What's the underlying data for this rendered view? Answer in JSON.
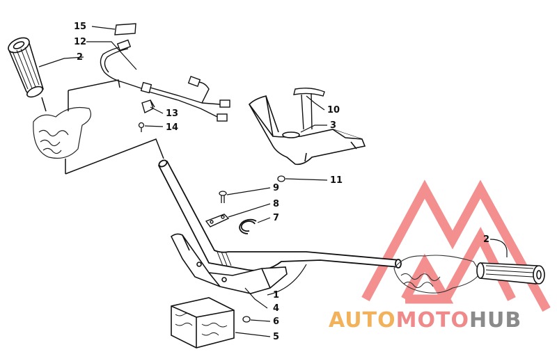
{
  "callouts": [
    {
      "id": "15",
      "text": "15"
    },
    {
      "id": "12",
      "text": "12"
    },
    {
      "id": "2a",
      "text": "2"
    },
    {
      "id": "13",
      "text": "13"
    },
    {
      "id": "14",
      "text": "14"
    },
    {
      "id": "10",
      "text": "10"
    },
    {
      "id": "3",
      "text": "3"
    },
    {
      "id": "11",
      "text": "11"
    },
    {
      "id": "9",
      "text": "9"
    },
    {
      "id": "8",
      "text": "8"
    },
    {
      "id": "7",
      "text": "7"
    },
    {
      "id": "2b",
      "text": "2"
    },
    {
      "id": "1",
      "text": "1"
    },
    {
      "id": "4",
      "text": "4"
    },
    {
      "id": "6",
      "text": "6"
    },
    {
      "id": "5",
      "text": "5"
    }
  ],
  "watermark": {
    "word_auto": "AUTO",
    "word_moto": "MOTO",
    "word_hub": "HUB",
    "color_orange": "#f2b25c",
    "color_pink": "#f08a8a",
    "color_grey": "#8a8a8a",
    "color_triangle": "#f06a6a"
  }
}
